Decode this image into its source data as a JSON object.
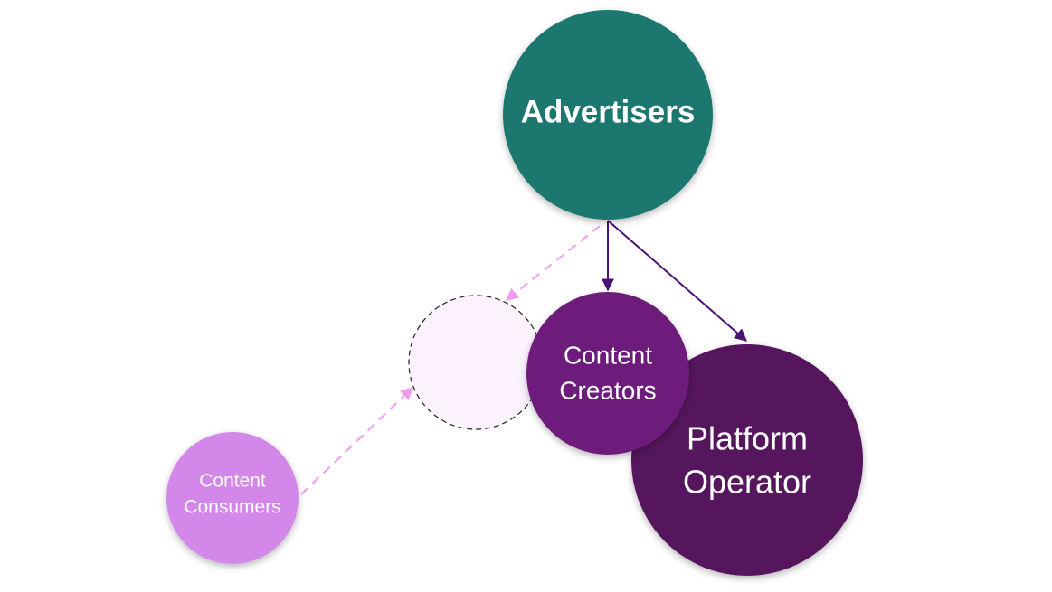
{
  "diagram": {
    "nodes": {
      "advertisers": {
        "label": "Advertisers",
        "color": "#1c786e"
      },
      "content_creators": {
        "label_line1": "Content",
        "label_line2": "Creators",
        "color": "#6e1b7c"
      },
      "platform_operator": {
        "label_line1": "Platform",
        "label_line2": "Operator",
        "color": "#55155d"
      },
      "content_consumers": {
        "label_line1": "Content",
        "label_line2": "Consumers",
        "color": "#d387e8"
      },
      "placeholder": {
        "label": "",
        "color": "#fbf2fd",
        "border_color": "#222222"
      }
    },
    "edges": [
      {
        "from": "advertisers",
        "to": "content_creators",
        "style": "solid",
        "color": "#4a1273"
      },
      {
        "from": "advertisers",
        "to": "platform_operator",
        "style": "solid",
        "color": "#4a1273"
      },
      {
        "from": "advertisers",
        "to": "placeholder",
        "style": "dashed",
        "color": "#f29af2"
      },
      {
        "from": "content_consumers",
        "to": "placeholder",
        "style": "dashed",
        "color": "#f29af2"
      }
    ]
  }
}
